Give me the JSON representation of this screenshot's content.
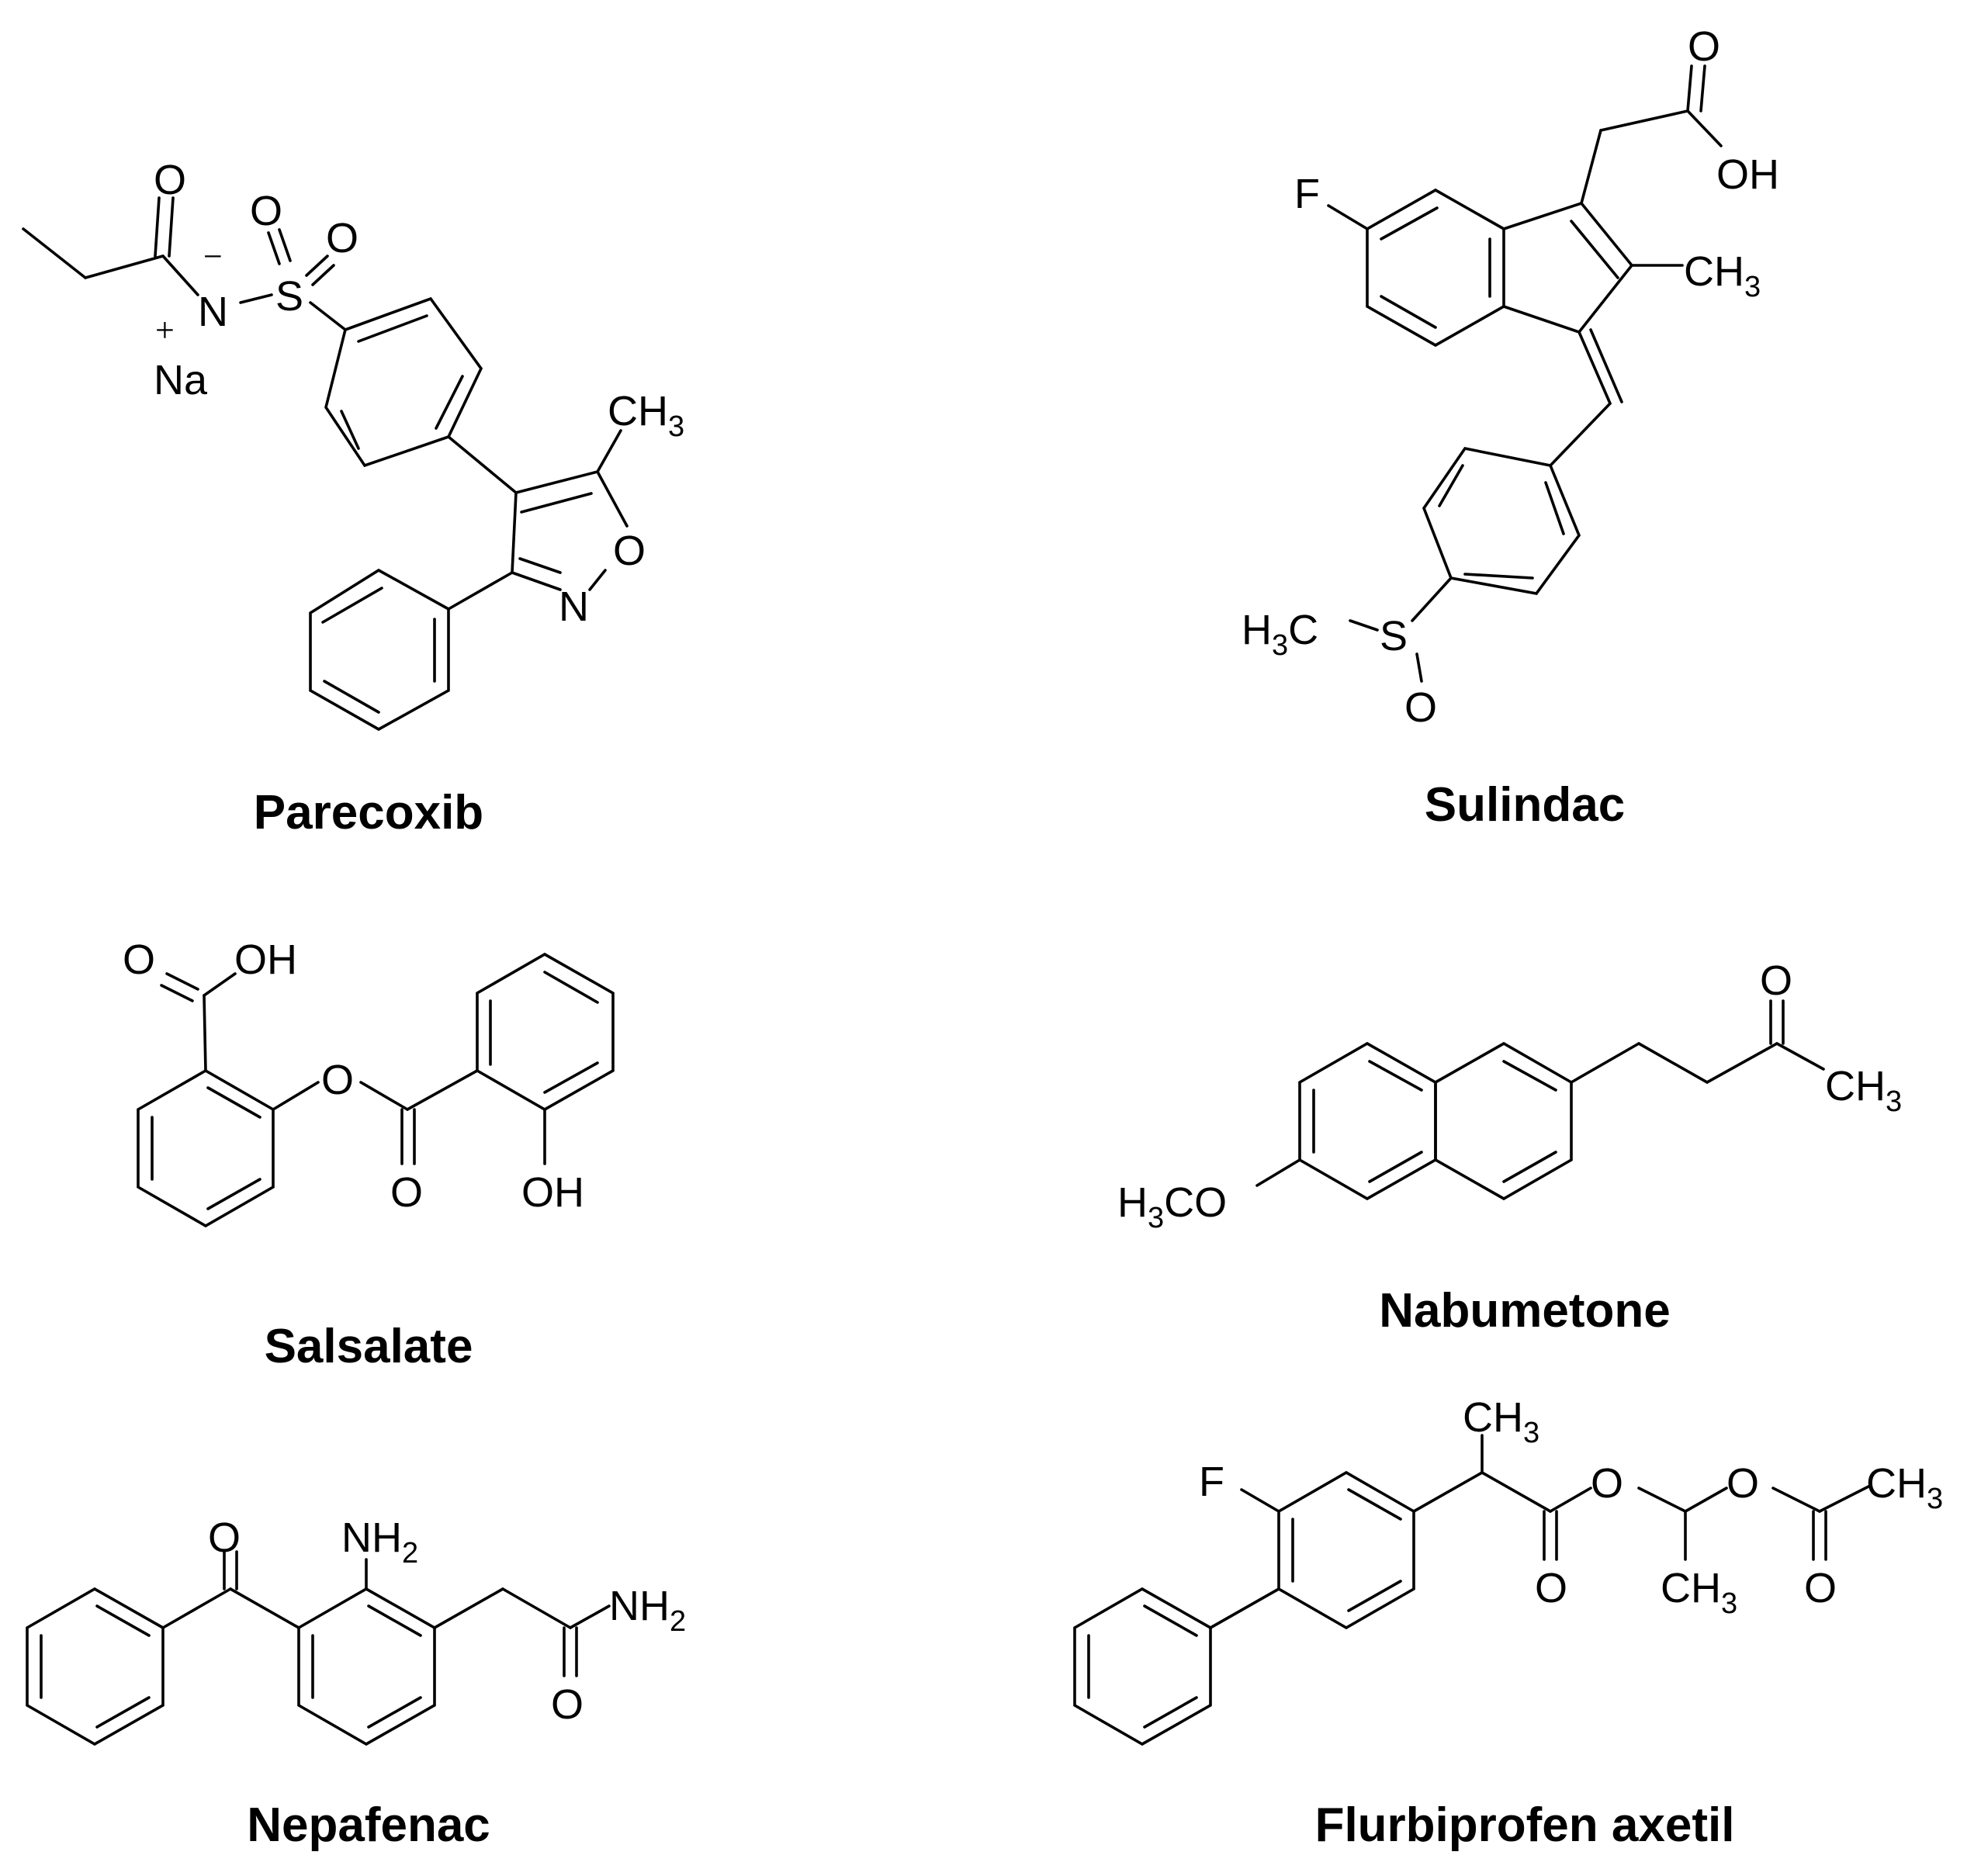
{
  "molecules": [
    {
      "name": "Parecoxib"
    },
    {
      "name": "Sulindac"
    },
    {
      "name": "Salsalate"
    },
    {
      "name": "Nabumetone"
    },
    {
      "name": "Nepafenac"
    },
    {
      "name": "Flurbiprofen axetil"
    }
  ],
  "atoms": {
    "O": "O",
    "N": "N",
    "S": "S",
    "F": "F",
    "Na": "Na",
    "C": "C",
    "H": "H",
    "OH": "OH",
    "sub3": "3",
    "sub2": "2",
    "plus": "+",
    "minus": "−",
    "dash": "-",
    "CO": "CO"
  }
}
